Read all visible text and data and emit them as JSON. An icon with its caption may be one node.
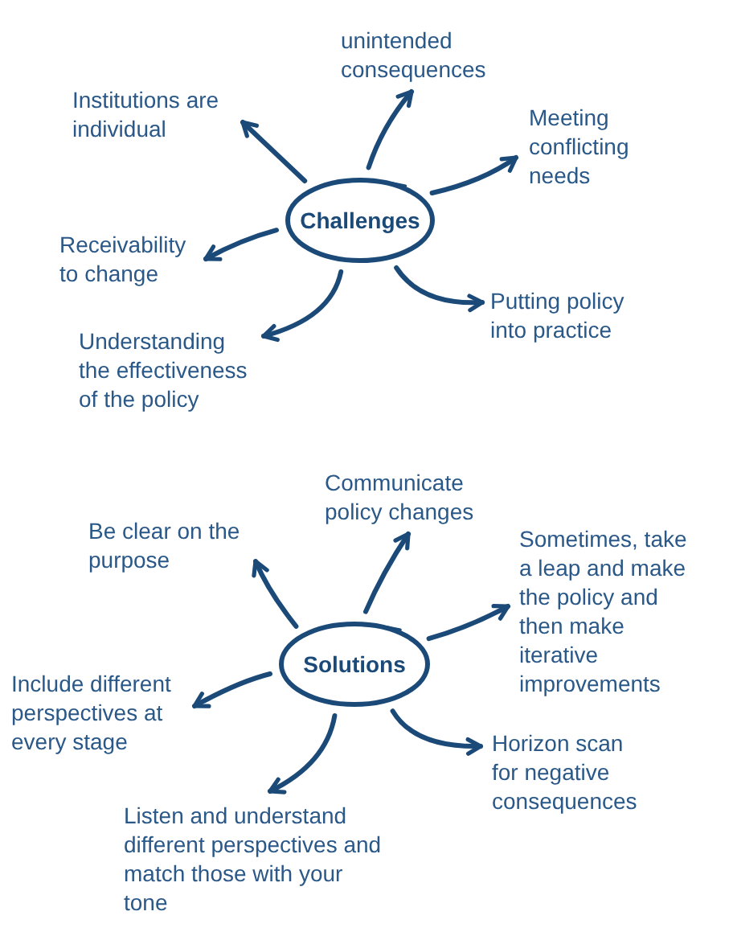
{
  "diagram": {
    "nodes": [
      {
        "text": [
          "unintended consequences"
        ]
      },
      {
        "text": [
          "Institutions are individual"
        ]
      },
      {
        "text": [
          "Meeting conflicting needs"
        ]
      },
      {
        "text": [
          "Challenges"
        ]
      },
      {
        "text": [
          "Receivability to change"
        ]
      },
      {
        "text": [
          "Putting policy into practice"
        ]
      },
      {
        "text": [
          "Understanding the effectiveness of the policy"
        ]
      },
      {
        "text": [
          "Communicate policy changes"
        ]
      },
      {
        "text": [
          "Be clear on the purpose"
        ]
      },
      {
        "text": [
          "Sometimes, take a leap and make the policy and then make iterative improvements"
        ]
      },
      {
        "text": [
          "Solutions"
        ]
      },
      {
        "text": [
          "Include different perspectives at every stage"
        ]
      },
      {
        "text": [
          "Horizon scan for negative consequences"
        ]
      },
      {
        "text": [
          "Listen and understand different perspectives and match those with your tone"
        ]
      }
    ],
    "edges": [
      {
        "from": 3,
        "to": 1,
        "arrow": "to"
      },
      {
        "from": 3,
        "to": 0,
        "arrow": "to"
      },
      {
        "from": 3,
        "to": 2,
        "arrow": "to"
      },
      {
        "from": 3,
        "to": 4,
        "arrow": "to"
      },
      {
        "from": 3,
        "to": 6,
        "arrow": "to"
      },
      {
        "from": 3,
        "to": 5,
        "arrow": "to"
      },
      {
        "from": 10,
        "to": 8,
        "arrow": "to"
      },
      {
        "from": 10,
        "to": 7,
        "arrow": "to"
      },
      {
        "from": 10,
        "to": 9,
        "arrow": "to"
      },
      {
        "from": 10,
        "to": 11,
        "arrow": "to"
      },
      {
        "from": 10,
        "to": 13,
        "arrow": "to"
      },
      {
        "from": 10,
        "to": 12,
        "arrow": "to"
      }
    ]
  }
}
